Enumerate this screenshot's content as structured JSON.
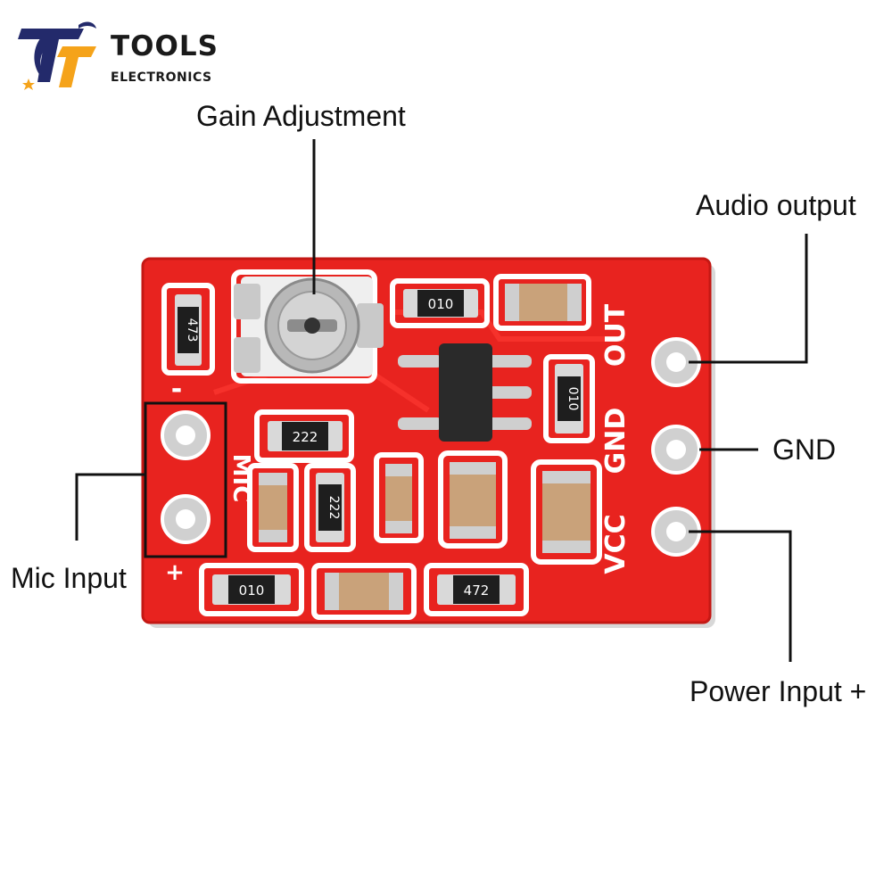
{
  "brand": {
    "name_line1": "TOOLS",
    "name_line2": "ELECTRONICS",
    "logo_colors": {
      "navy": "#232a6b",
      "orange": "#f5a31a"
    }
  },
  "callouts": {
    "gain": "Gain Adjustment",
    "audio_out": "Audio output",
    "gnd": "GND",
    "mic_input": "Mic Input",
    "power_input": "Power Input +"
  },
  "board": {
    "color": "#e8231f",
    "silkscreen_color": "#ffffff",
    "pin_labels": {
      "out": "OUT",
      "gnd": "GND",
      "vcc": "VCC",
      "mic": "MIC",
      "minus": "-",
      "plus": "+"
    },
    "component_codes": {
      "r_top_left": "473",
      "r_top_middle": "010",
      "r_right": "010",
      "r_mid_horizontal": "222",
      "r_mid_vertical": "222",
      "r_bottom_left": "010",
      "r_bottom_right": "472"
    }
  }
}
